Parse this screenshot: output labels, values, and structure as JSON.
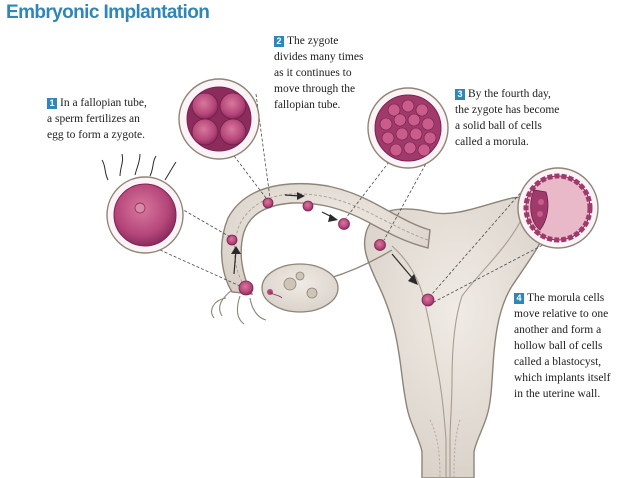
{
  "title": "Embryonic Implantation",
  "steps": [
    {
      "number": "1",
      "lines": [
        "In a fallopian tube,",
        "a sperm fertilizes an",
        "egg to form a zygote."
      ]
    },
    {
      "number": "2",
      "lines": [
        "The zygote",
        "divides many times",
        "as it continues to",
        "move through the",
        "fallopian tube."
      ]
    },
    {
      "number": "3",
      "lines": [
        "By the fourth day,",
        "the zygote has become",
        "a solid ball of cells",
        "called a morula."
      ]
    },
    {
      "number": "4",
      "lines": [
        "The morula cells",
        "move relative to one",
        "another and form a",
        "hollow ball of cells",
        "called a blastocyst,",
        "which implants itself",
        "in the uterine wall."
      ]
    }
  ],
  "colors": {
    "title": "#2f86b8",
    "number_box": "#2f86b8",
    "cell": "#b5467a",
    "cell_dark": "#7e2253",
    "tissue": "#e3ddd6",
    "tissue_outline": "#8e8478"
  }
}
